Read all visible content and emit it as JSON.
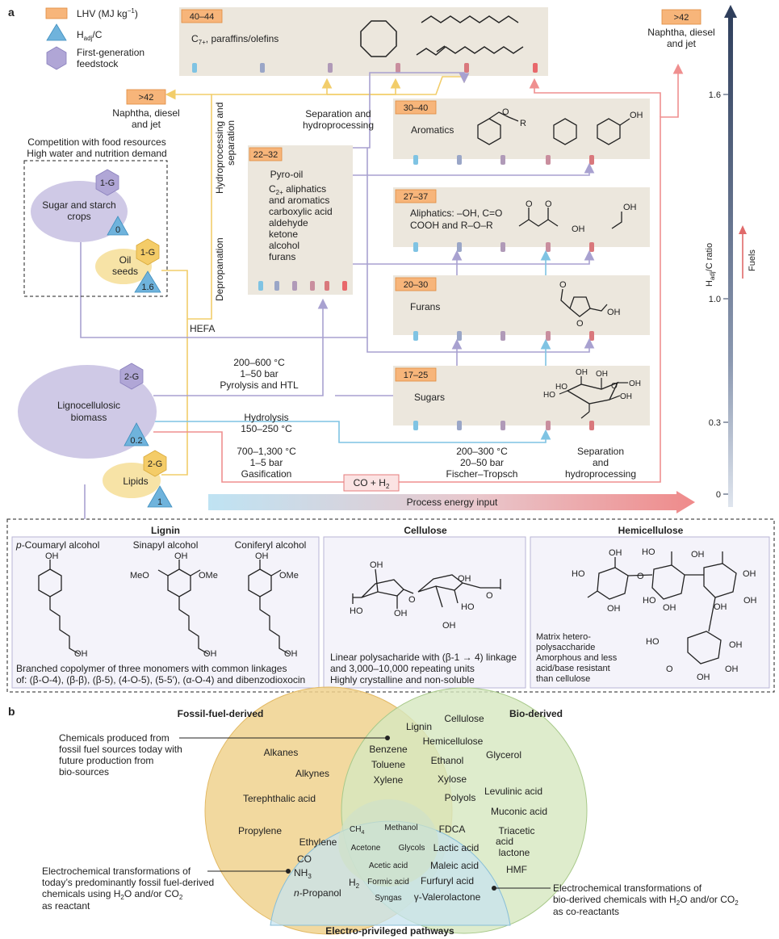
{
  "panel_a": {
    "panel_label": "a",
    "legend": {
      "lhv": "LHV (MJ kg",
      "lhv_sup": "−1",
      "lhv_close": ")",
      "hadj": "H",
      "hadj_sub": "adj",
      "hadj_rest": "/C",
      "first_gen_1": "First-generation",
      "first_gen_2": "feedstock"
    },
    "product_boxes": {
      "paraffins": {
        "lhv": "40–44",
        "label": "C",
        "label_sub": "7+",
        "label_rest": ", paraffins/olefins"
      },
      "aromatics": {
        "lhv": "30–40",
        "label": "Aromatics",
        "r_group": "R",
        "oh": "OH"
      },
      "aliphatics": {
        "lhv": "27–37",
        "line1": "Aliphatics: –OH, C=O",
        "line2": "COOH and R–O–R",
        "oh": "OH"
      },
      "furans": {
        "lhv": "20–30",
        "label": "Furans",
        "oh": "OH"
      },
      "sugars": {
        "lhv": "17–25",
        "label": "Sugars",
        "oh_labels": [
          "OH",
          "HO",
          "HO",
          "OH",
          "OH",
          "OH"
        ]
      }
    },
    "pyro_oil": {
      "lhv": "22–32",
      "title": "Pyro-oil",
      "line1": "C",
      "line1_sub": "2+",
      "line1_rest": " aliphatics",
      "lines": [
        " and aromatics",
        "carboxylic acid",
        "aldehyde",
        "ketone",
        "alcohol",
        "furans"
      ]
    },
    "fuel_out_1": {
      "lhv": ">42",
      "line1": "Naphtha, diesel",
      "line2": "and jet"
    },
    "fuel_out_2": {
      "lhv": ">42",
      "line1": "Naphtha, diesel",
      "line2": "and jet"
    },
    "competition": {
      "line1": "Competition with food resources",
      "line2": "High water and nutrition demand"
    },
    "feedstocks": {
      "sugar_starch": {
        "line1": "Sugar and starch",
        "line2": "crops",
        "gen": "1-G",
        "hadj": "0"
      },
      "oil_seeds": {
        "line1": "Oil",
        "line2": "seeds",
        "gen": "1-G",
        "hadj": "1.6"
      },
      "lignocellulosic": {
        "line1": "Lignocellulosic",
        "line2": "biomass",
        "gen": "2-G",
        "hadj": "0.2"
      },
      "lipids": {
        "label": "Lipids",
        "gen": "2-G",
        "hadj": "1"
      }
    },
    "process_labels": {
      "hydroprocessing": "Hydroprocessing and",
      "separation": "separation",
      "depropanation": "Depropanation",
      "hefa": "HEFA",
      "sep_hydro_1": "Separation and",
      "sep_hydro_2": "hydroprocessing",
      "pyrolysis": [
        "200–600 °C",
        "1–50 bar",
        "Pyrolysis and HTL"
      ],
      "hydrolysis": [
        "Hydrolysis",
        "150–250 °C"
      ],
      "gasification": [
        "700–1,300 °C",
        "1–5 bar",
        "Gasification"
      ],
      "fischer": [
        "200–300 °C",
        "20–50 bar",
        "Fischer–Tropsch"
      ],
      "separation_right": [
        "Separation",
        "and",
        "hydroprocessing"
      ],
      "syngas": "CO + H",
      "syngas_sub": "2",
      "energy": "Process energy input"
    },
    "axis": {
      "ticks": [
        "1.6",
        "1.0",
        "0.3",
        "0"
      ],
      "label": "H",
      "label_sub": "adj",
      "label_rest": "/C ratio",
      "fuels": "Fuels"
    },
    "lignin": {
      "title": "Lignin",
      "monomers": [
        "-Coumaryl alcohol",
        "Sinapyl alcohol",
        "Coniferyl alcohol"
      ],
      "p_prefix": "p",
      "oh": "OH",
      "meo": "MeO",
      "ome": "OMe",
      "desc1": "Branched copolymer of three monomers with common linkages",
      "desc2": "of: (β-O-4), (β-β), (β-5), (4-O-5), (5-5′), (α-O-4) and dibenzodioxocin"
    },
    "cellulose": {
      "title": "Cellulose",
      "oh": "OH",
      "ho": "HO",
      "o": "O",
      "desc1": "Linear polysacharide with (β-1 → 4) linkage",
      "desc2": "and 3,000–10,000 repeating units",
      "desc3": "Highly crystalline and non-soluble"
    },
    "hemicellulose": {
      "title": "Hemicellulose",
      "oh": "OH",
      "ho": "HO",
      "o": "O",
      "desc": [
        "Matrix hetero-",
        "polysaccharide",
        "Amorphous and less",
        "acid/base resistant",
        "than cellulose"
      ]
    },
    "colors": {
      "lhv": "#f7b57a",
      "hadj": "#6fb3dc",
      "feedstock": "#b0a6d6",
      "box": "#ece7dd",
      "yellow_line": "#f2cd6a",
      "purple_line": "#a8a1d0",
      "blue_line": "#7fc3e3",
      "red_line": "#ef8f8f",
      "axis": "#2f3f5c"
    }
  },
  "panel_b": {
    "panel_label": "b",
    "circle_titles": {
      "fossil": "Fossil-fuel-derived",
      "bio": "Bio-derived",
      "electro": "Electro-privileged pathways"
    },
    "fossil_only": [
      "Alkanes",
      "Alkynes",
      "Terephthalic acid",
      "Propylene"
    ],
    "bio_only": [
      "Cellulose",
      "Lignin",
      "Hemicellulose",
      "Glycerol",
      "Ethanol",
      "Xylose",
      "Levulinic acid",
      "Polyols",
      "Muconic acid",
      "Triacetic",
      "acid",
      "lactone",
      "HMF"
    ],
    "fossil_bio": [
      "Benzene",
      "Toluene",
      "Xylene"
    ],
    "fossil_electro": [
      "Ethylene",
      "CO",
      "NH",
      "H",
      "n",
      "-Propanol"
    ],
    "bio_electro": [
      "FDCA",
      "Lactic acid",
      "Maleic acid",
      "Furfuryl acid",
      "γ-Valerolactone"
    ],
    "all_three": [
      "CH",
      "Methanol",
      "Acetone",
      "Glycols",
      "Acetic acid",
      "Formic acid",
      "Syngas"
    ],
    "callouts": {
      "produced": [
        "Chemicals produced from",
        "fossil fuel sources today with",
        "future production from",
        "bio-sources"
      ],
      "electro_fossil": [
        "Electrochemical transformations of",
        "today’s predominantly fossil fuel-derived",
        "chemicals using H",
        "O and/or CO",
        "as reactant"
      ],
      "electro_bio": [
        "Electrochemical transformations of",
        "bio-derived chemicals with H",
        "O and/or CO",
        "as co-reactants"
      ]
    },
    "subscripts": {
      "two": "2",
      "three": "3",
      "four": "4"
    },
    "colors": {
      "fossil": "#f0d28e",
      "bio": "#d6e7bf",
      "electro": "#c7e3ef"
    }
  }
}
